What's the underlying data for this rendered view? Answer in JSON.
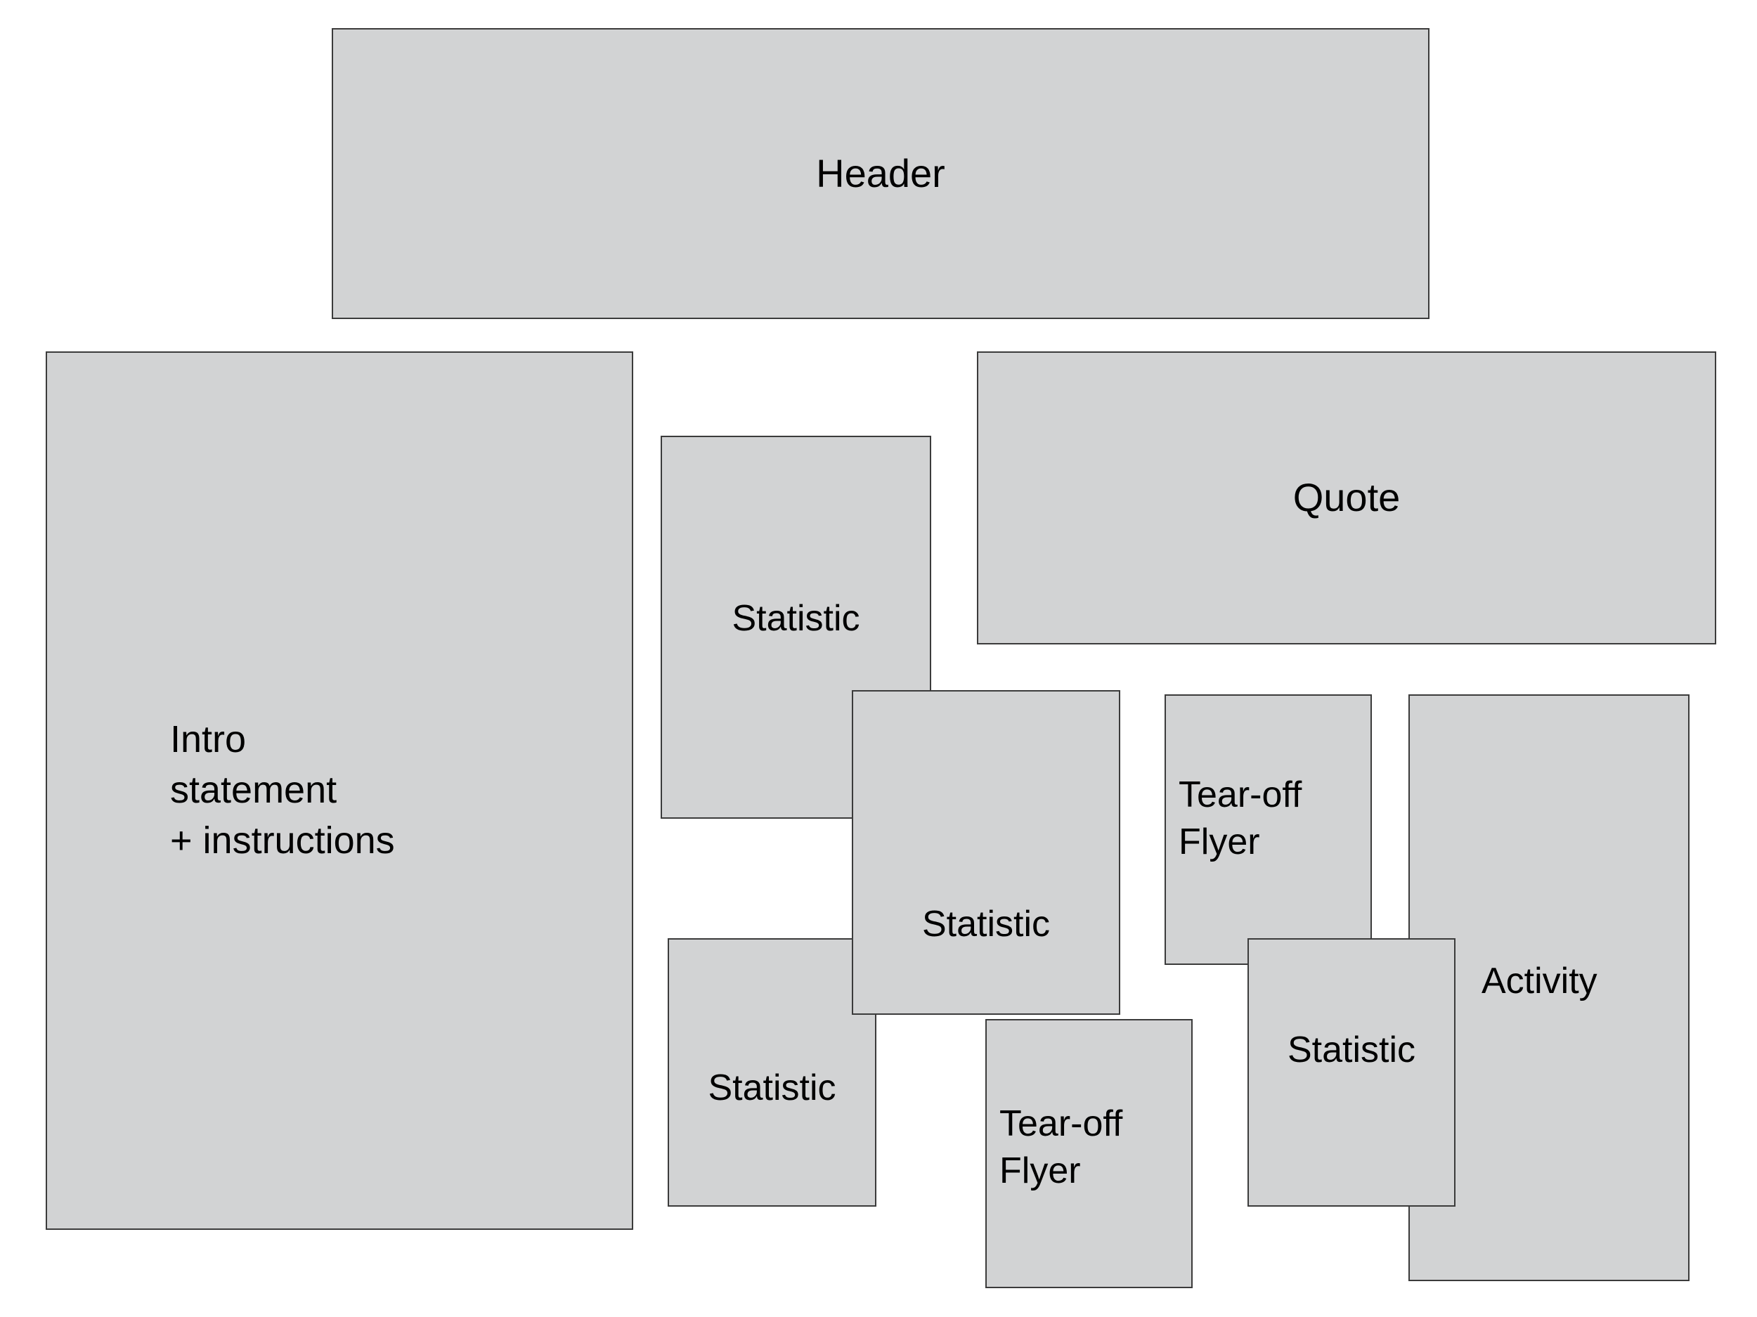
{
  "page": {
    "title": "Poster wireframe layout",
    "background_color": "#ffffff",
    "block_fill_color": "#d2d3d4",
    "block_border_color": "#3b3b3b",
    "text_color": "#000000"
  },
  "blocks": {
    "header": {
      "label": "Header"
    },
    "intro": {
      "label": "Intro\nstatement\n+ instructions"
    },
    "quote": {
      "label": "Quote"
    },
    "statistic_1": {
      "label": "Statistic"
    },
    "statistic_2": {
      "label": "Statistic"
    },
    "statistic_3": {
      "label": "Statistic"
    },
    "statistic_4": {
      "label": "Statistic"
    },
    "tearoff_1": {
      "label": "Tear-off\nFlyer"
    },
    "tearoff_2": {
      "label": "Tear-off\nFlyer"
    },
    "activity": {
      "label": "Activity"
    }
  }
}
